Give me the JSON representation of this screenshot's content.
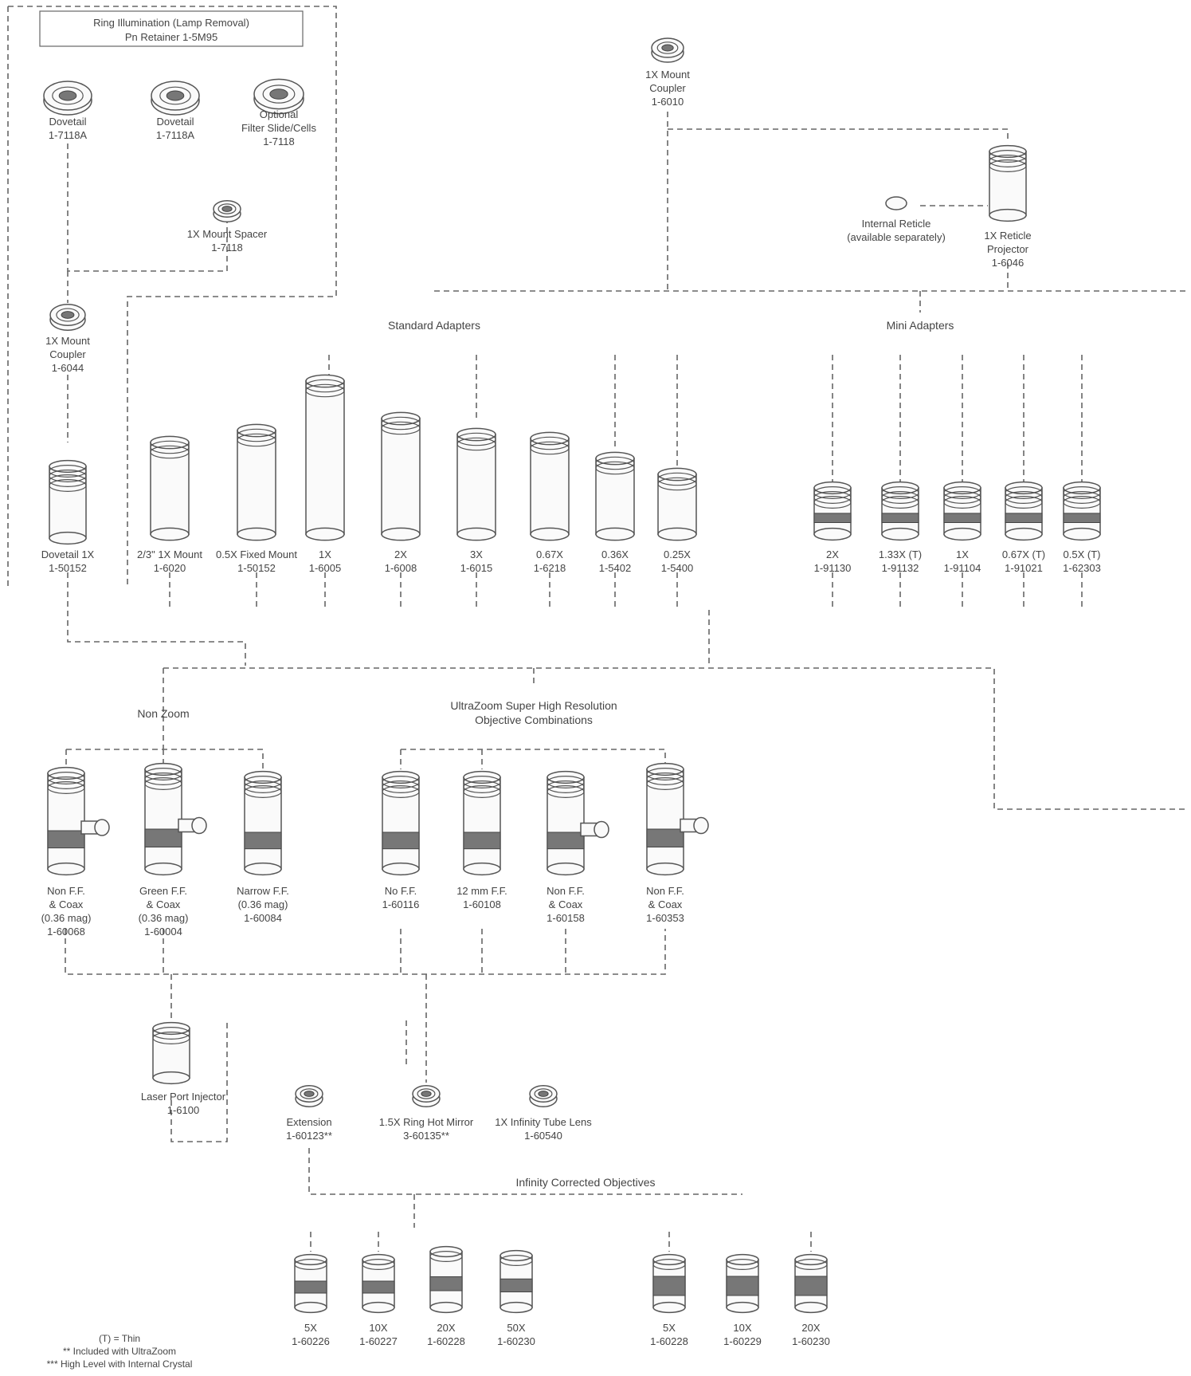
{
  "box": {
    "title_line1": "Ring Illumination (Lamp Removal)",
    "title_line2": "Pn Retainer 1-5M95"
  },
  "sections": {
    "standard_adapters": "Standard Adapters",
    "mini_adapters": "Mini Adapters",
    "non_zoom": "Non Zoom",
    "ultrazoom_line1": "UltraZoom Super High Resolution",
    "ultrazoom_line2": "Objective Combinations",
    "infinity_objectives": "Infinity Corrected Objectives"
  },
  "top_parts": {
    "coupler": [
      "1X Mount",
      "Coupler",
      "1-6010"
    ],
    "ring_a": [
      "Dovetail",
      "1-7118A"
    ],
    "ring_b": [
      "Dovetail",
      "1-7118A"
    ],
    "ring_c": [
      "Optional",
      "Filter Slide/Cells",
      "1-7118"
    ],
    "spacer": [
      "1X Mount Spacer",
      "1-7118"
    ],
    "left_coupler": [
      "1X Mount",
      "Coupler",
      "1-6044"
    ],
    "dovetail_adapter": [
      "Dovetail 1X",
      "1-50152"
    ],
    "reticle": [
      "Internal Reticle",
      "(available separately)"
    ],
    "projector": [
      "1X Reticle",
      "Projector",
      "1-6046"
    ]
  },
  "standard_adapters": [
    {
      "name": "2/3\" 1X Mount",
      "pn": "1-6020"
    },
    {
      "name": "0.5X Fixed Mount",
      "pn": "1-50152"
    },
    {
      "name": "1X",
      "pn": "1-6005"
    },
    {
      "name": "2X",
      "pn": "1-6008"
    },
    {
      "name": "3X",
      "pn": "1-6015"
    },
    {
      "name": "0.67X",
      "pn": "1-6218"
    },
    {
      "name": "0.36X",
      "pn": "1-5402"
    },
    {
      "name": "0.25X",
      "pn": "1-5400"
    }
  ],
  "mini_adapters": [
    {
      "name": "2X",
      "pn": "1-91130"
    },
    {
      "name": "1.33X (T)",
      "pn": "1-91132"
    },
    {
      "name": "1X",
      "pn": "1-91104"
    },
    {
      "name": "0.67X (T)",
      "pn": "1-91021"
    },
    {
      "name": "0.5X (T)",
      "pn": "1-62303"
    }
  ],
  "zoom_units": [
    {
      "lines": [
        "Non F.F.",
        "& Coax",
        "(0.36 mag)",
        "1-60068"
      ]
    },
    {
      "lines": [
        "Green F.F.",
        "& Coax",
        "(0.36 mag)",
        "1-60004"
      ]
    },
    {
      "lines": [
        "Narrow F.F.",
        "(0.36 mag)",
        "1-60084"
      ]
    },
    {
      "lines": [
        "No F.F.",
        "1-60116"
      ]
    },
    {
      "lines": [
        "12 mm F.F.",
        "1-60108"
      ]
    },
    {
      "lines": [
        "Non F.F.",
        "& Coax",
        "1-60158"
      ]
    },
    {
      "lines": [
        "Non F.F.",
        "& Coax",
        "1-60353"
      ]
    }
  ],
  "lower_parts": {
    "laser": [
      "Laser Port Injector",
      "1-6100"
    ],
    "extension": [
      "Extension",
      "1-60123**"
    ],
    "filter": [
      "1.5X Ring Hot Mirror",
      "3-60135**"
    ],
    "infinity_tube": [
      "1X Infinity Tube Lens",
      "1-60540"
    ]
  },
  "objectives_left": [
    {
      "mag": "5X",
      "pn": "1-60226"
    },
    {
      "mag": "10X",
      "pn": "1-60227"
    },
    {
      "mag": "20X",
      "pn": "1-60228"
    },
    {
      "mag": "50X",
      "pn": "1-60230"
    }
  ],
  "objectives_right": [
    {
      "mag": "5X",
      "pn": "1-60228"
    },
    {
      "mag": "10X",
      "pn": "1-60229"
    },
    {
      "mag": "20X",
      "pn": "1-60230"
    }
  ],
  "footnotes": [
    "(T) = Thin",
    "** Included with UltraZoom",
    "*** High Level with Internal Crystal"
  ]
}
